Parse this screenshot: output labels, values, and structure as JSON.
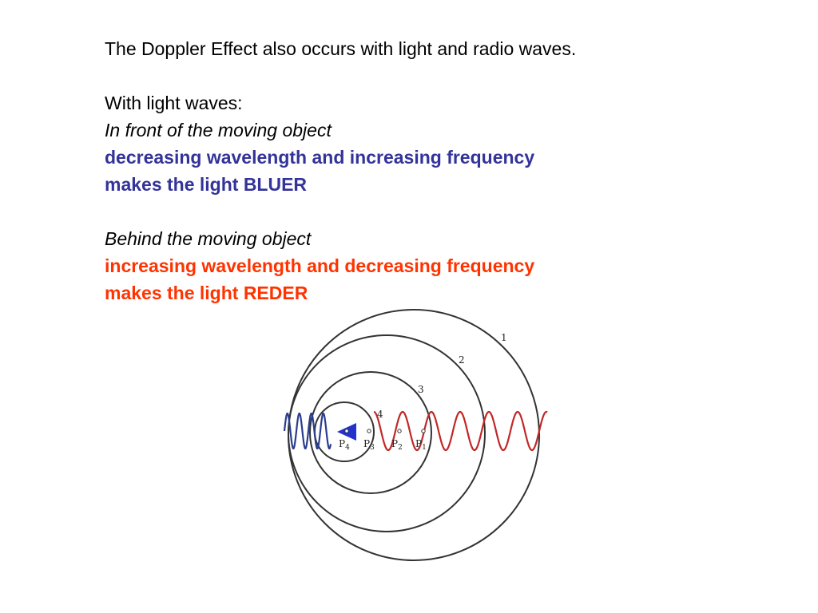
{
  "text": {
    "intro": "The Doppler Effect also occurs with light and radio waves.",
    "light_heading": "With light waves:",
    "front_label": "In front of the moving object",
    "front_line1": "decreasing wavelength and increasing frequency",
    "front_line2": "makes the light BLUER",
    "behind_label": "Behind the moving object",
    "behind_line1": "increasing wavelength and decreasing frequency",
    "behind_line2": "makes the light REDER"
  },
  "diagram": {
    "circle_labels": [
      "1",
      "2",
      "3",
      "4"
    ],
    "point_labels": [
      "P",
      "P",
      "P",
      "P"
    ],
    "point_subscripts": [
      "4",
      "3",
      "2",
      "1"
    ],
    "colors": {
      "front_wave": "#2a3d8f",
      "behind_wave": "#c02828",
      "circles": "#333333",
      "arrow_start": "#cc2222",
      "arrow_end": "#2233cc"
    }
  }
}
